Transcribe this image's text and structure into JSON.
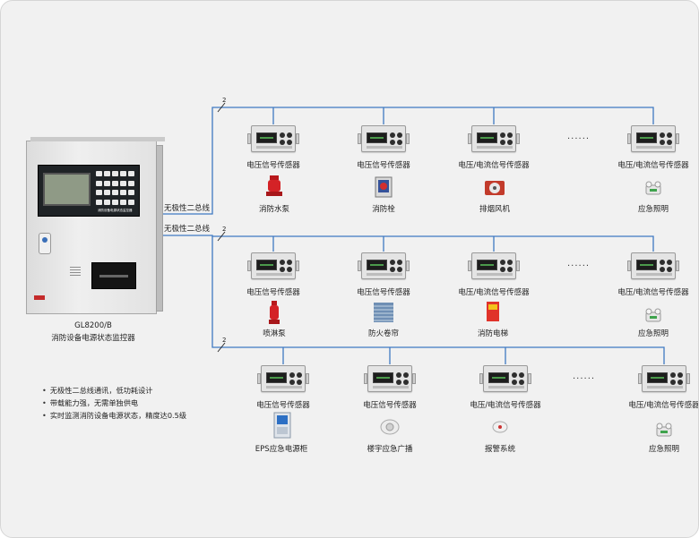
{
  "controller": {
    "model": "GL8200/B",
    "name": "消防设备电源状态监控器",
    "panel_text": "消防设备电源状态监控器"
  },
  "bus_labels": [
    "无极性二总线",
    "无极性二总线"
  ],
  "wire_count": "2",
  "features": [
    "无极性二总线通讯，低功耗设计",
    "带载能力强，无需单独供电",
    "实时监测消防设备电源状态，精度达0.5级"
  ],
  "ellipsis": "......",
  "rows": [
    {
      "sensors": [
        "电压信号传感器",
        "电压信号传感器",
        "电压/电流信号传感器",
        "电压/电流信号传感器"
      ],
      "devices": [
        "消防水泵",
        "消防栓",
        "排烟风机",
        "应急照明"
      ]
    },
    {
      "sensors": [
        "电压信号传感器",
        "电压信号传感器",
        "电压/电流信号传感器",
        "电压/电流信号传感器"
      ],
      "devices": [
        "喷淋泵",
        "防火卷帘",
        "消防电梯",
        "应急照明"
      ]
    },
    {
      "sensors": [
        "电压信号传感器",
        "电压信号传感器",
        "电压/电流信号传感器",
        "电压/电流信号传感器"
      ],
      "devices": [
        "EPS应急电源柜",
        "楼宇应急广播",
        "报警系统",
        "应急照明"
      ]
    }
  ],
  "colors": {
    "bus_line": "#3f79c2",
    "background": "#f1f1f1"
  }
}
